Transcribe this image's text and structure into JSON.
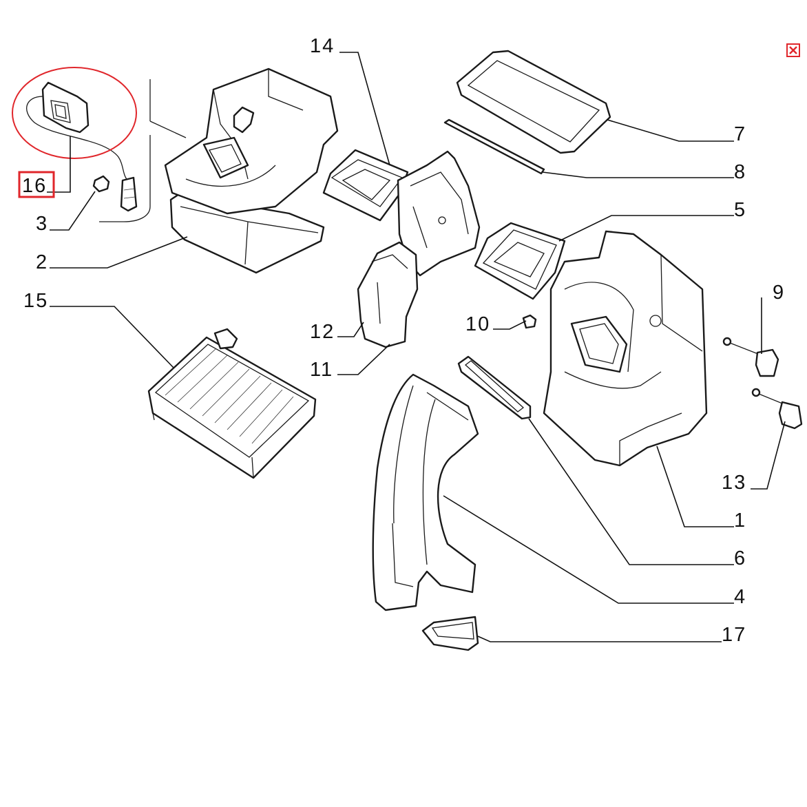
{
  "labels": {
    "l1": "1",
    "l2": "2",
    "l3": "3",
    "l4": "4",
    "l5": "5",
    "l6": "6",
    "l7": "7",
    "l8": "8",
    "l9": "9",
    "l10": "10",
    "l11": "11",
    "l12": "12",
    "l13": "13",
    "l14": "14",
    "l15": "15",
    "l16": "16",
    "l17": "17"
  },
  "highlight": {
    "color": "#e0262b",
    "target": "16"
  },
  "close_icon": "close-icon"
}
